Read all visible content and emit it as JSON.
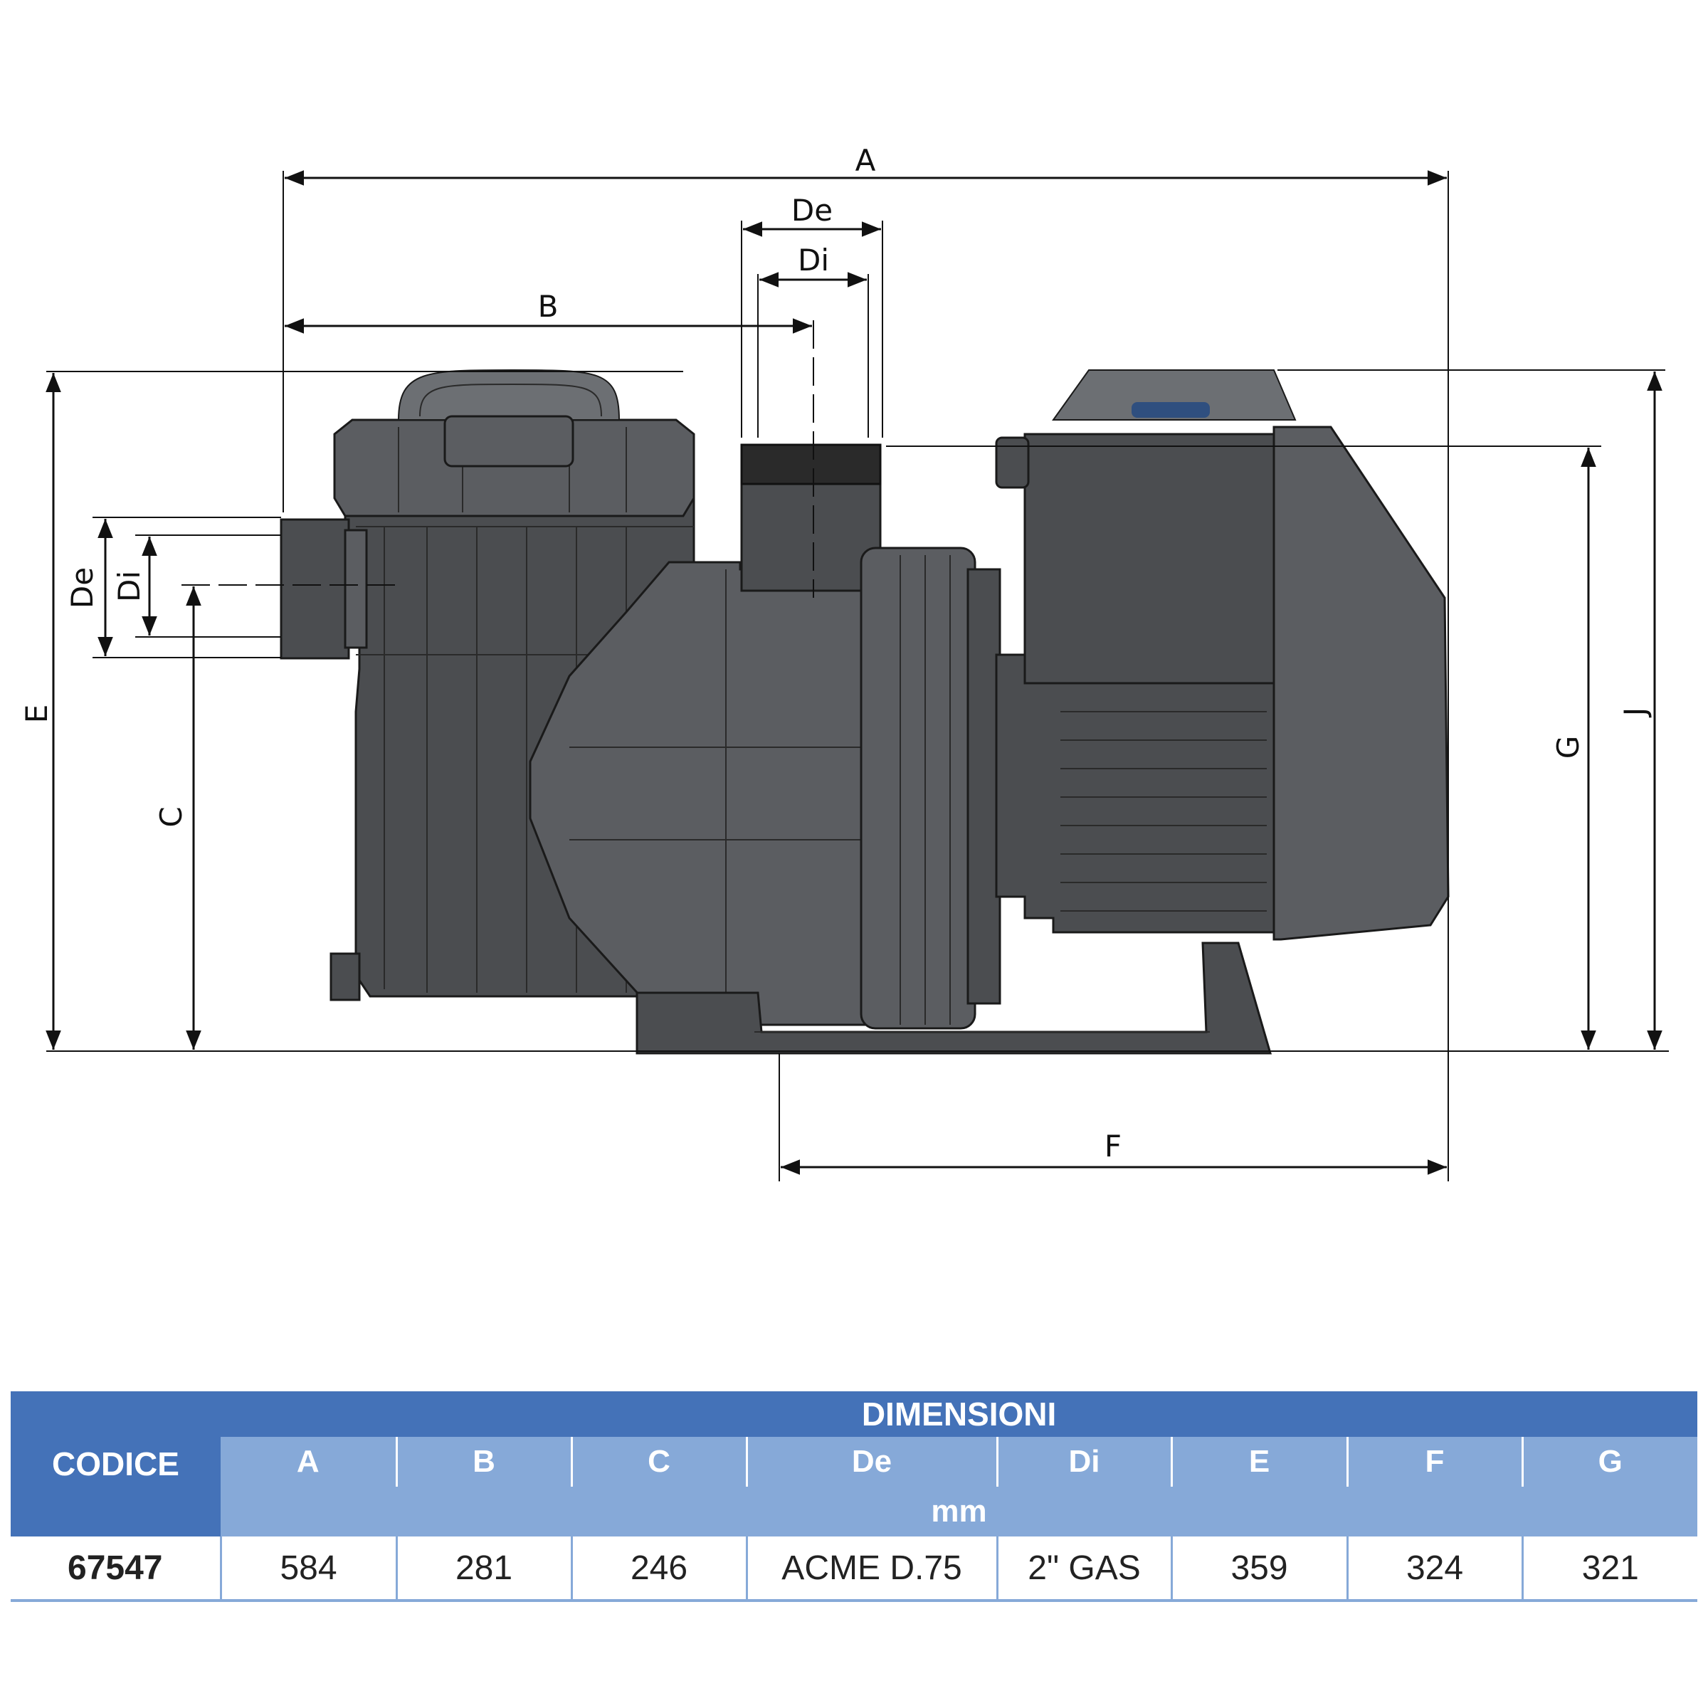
{
  "diagram": {
    "dimension_labels": {
      "A": "A",
      "B": "B",
      "De_top": "De",
      "Di_top": "Di",
      "De_side": "De",
      "Di_side": "Di",
      "C": "C",
      "E": "E",
      "F": "F",
      "G": "G",
      "J": "J"
    }
  },
  "table": {
    "code_header": "CODICE",
    "group_header": "DIMENSIONI",
    "unit": "mm",
    "columns": [
      "A",
      "B",
      "C",
      "De",
      "Di",
      "E",
      "F",
      "G"
    ],
    "rows": [
      {
        "code": "67547",
        "values": [
          "584",
          "281",
          "246",
          "ACME D.75",
          "2\" GAS",
          "359",
          "324",
          "321"
        ]
      }
    ]
  },
  "colors": {
    "header_dark": "#4472b8",
    "header_light": "#86a9d8"
  }
}
